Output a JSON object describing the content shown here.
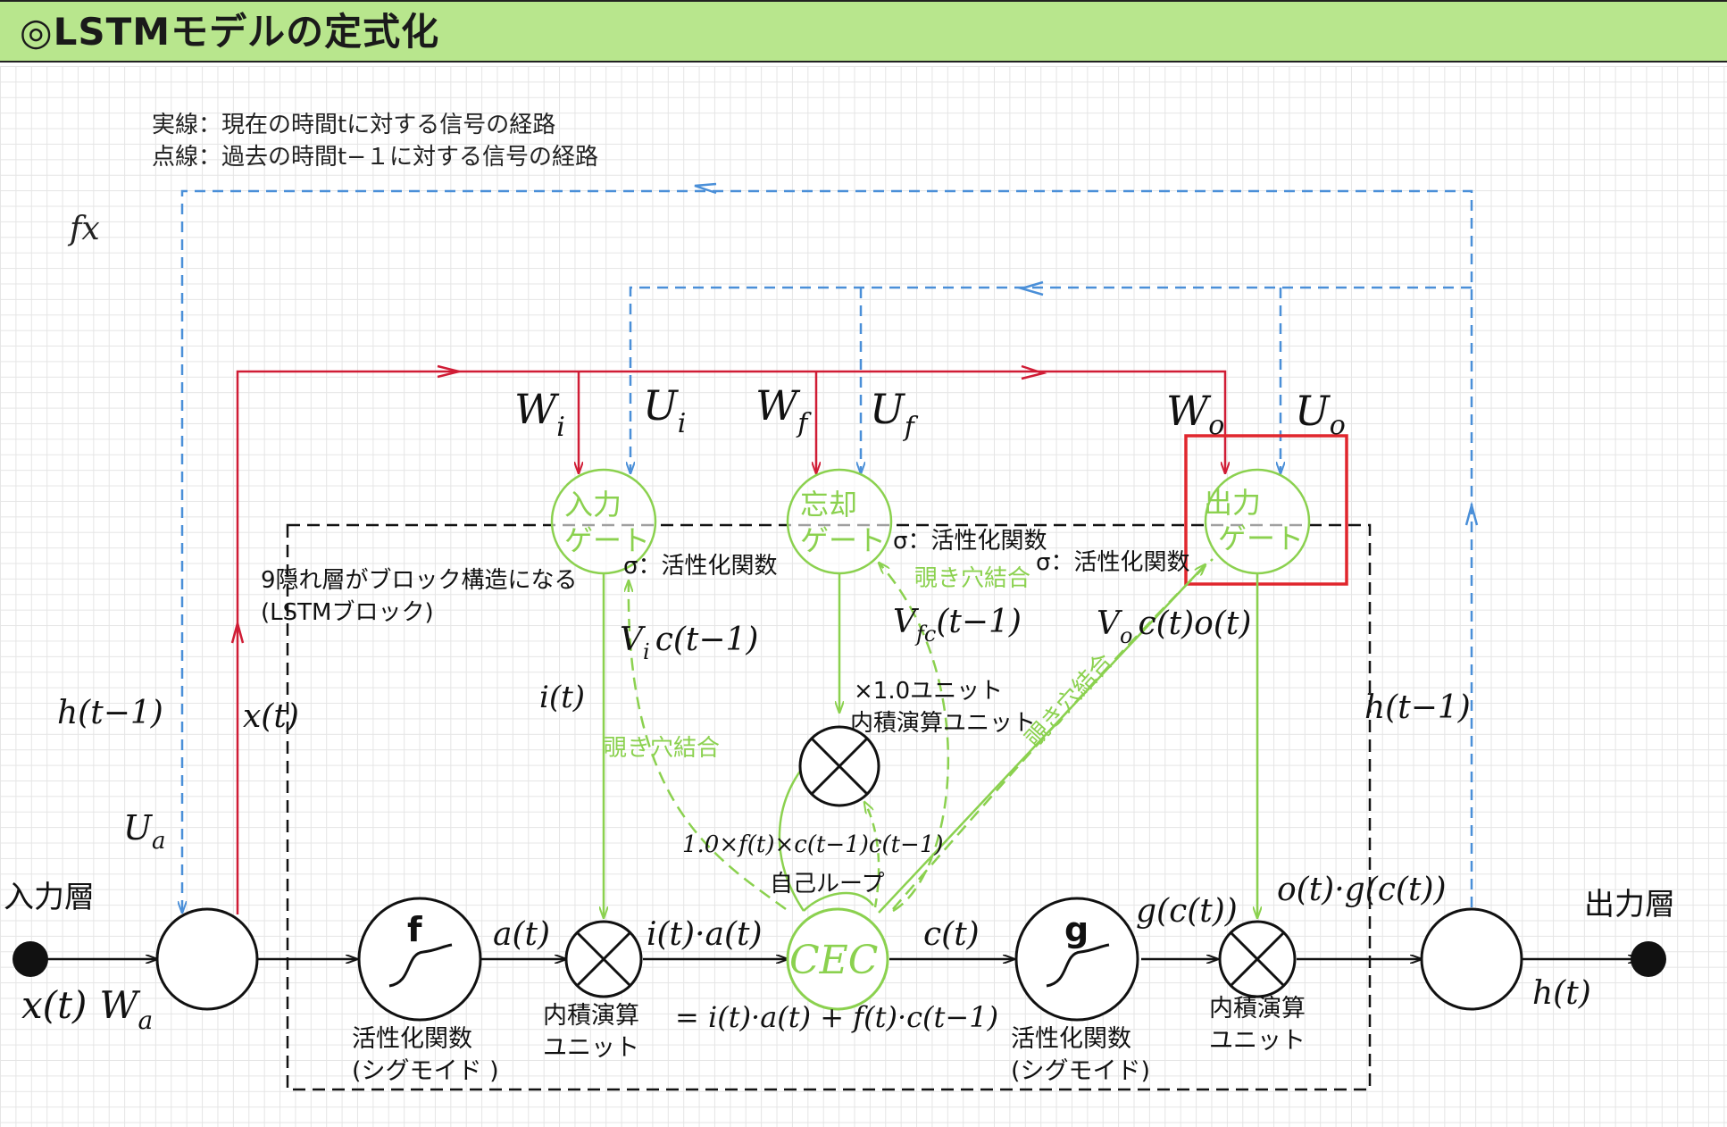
{
  "title": "◎LSTMモデルの定式化",
  "legend": {
    "solid": "実線：現在の時間tに対する信号の経路",
    "dashed": "点線：過去の時間t−１に対する信号の経路"
  },
  "labels": {
    "fx": "fx",
    "input_layer": "入力層",
    "output_layer": "出力層",
    "x_t": "x(t)",
    "W_a_main": "W",
    "W_a_sub": "a",
    "U_a_main": "U",
    "U_a_sub": "a",
    "h_t_minus_1_left": "h(t−1)",
    "x_t_vertical": "x(t)",
    "W_i_main": "W",
    "W_i_sub": "i",
    "U_i_main": "U",
    "U_i_sub": "i",
    "W_f_main": "W",
    "W_f_sub": "f",
    "U_f_main": "U",
    "U_f_sub": "f",
    "W_o_main": "W",
    "W_o_sub": "o",
    "U_o_main": "U",
    "U_o_sub": "o",
    "input_gate": [
      "入力",
      "ゲート"
    ],
    "forget_gate": [
      "忘却",
      "ゲート"
    ],
    "output_gate": [
      "出力",
      "ゲート"
    ],
    "sigma_input": "σ：活性化関数",
    "sigma_forget": "σ：活性化関数",
    "sigma_output": "σ：活性化関数",
    "block_note": [
      "9隠れ層がブロック構造になる",
      "(LSTMブロック)"
    ],
    "peephole_1": "覗き穴結合",
    "peephole_2": "覗き穴結合",
    "peephole_3": "覗き穴結合",
    "V_i_main": "V",
    "V_i_sub": "i",
    "V_i_rest": "c(t−1)",
    "V_fc_main": "V",
    "V_fc_sub": "fc",
    "V_fc_rest": "(t−1)",
    "V_o_main": "V",
    "V_o_sub": "o",
    "V_o_rest": "c(t)o(t)",
    "i_t": "i(t)",
    "unit_1x": [
      "×1.0ユニット",
      "内積演算ユニット"
    ],
    "self_loop_expr": "1.0×f(t)×c(t−1)c(t−1)",
    "self_loop": "自己ループ",
    "f_node": "f",
    "g_node": "g",
    "a_t": "a(t)",
    "ia_t": "i(t)·a(t)",
    "cec": "CEC",
    "c_t": "c(t)",
    "cec_expr": "= i(t)·a(t) + f(t)·c(t−1)",
    "g_c_t": "g(c(t))",
    "o_g_c_t": "o(t)·g(c(t))",
    "h_t_minus_1_right": "h(t−1)",
    "h_t": "h(t)",
    "act_func_1": [
      "活性化関数",
      "(シグモイド )"
    ],
    "act_func_2": [
      "活性化関数",
      "(シグモイド)"
    ],
    "dot_unit_1": [
      "内積演算",
      "ユニット"
    ],
    "dot_unit_2": [
      "内積演算",
      "ユニット"
    ]
  },
  "colors": {
    "title_bg": "#b8e68d",
    "red": "#d01c35",
    "blue": "#4a8fd8",
    "green": "#8bd14f",
    "black": "#111111"
  }
}
